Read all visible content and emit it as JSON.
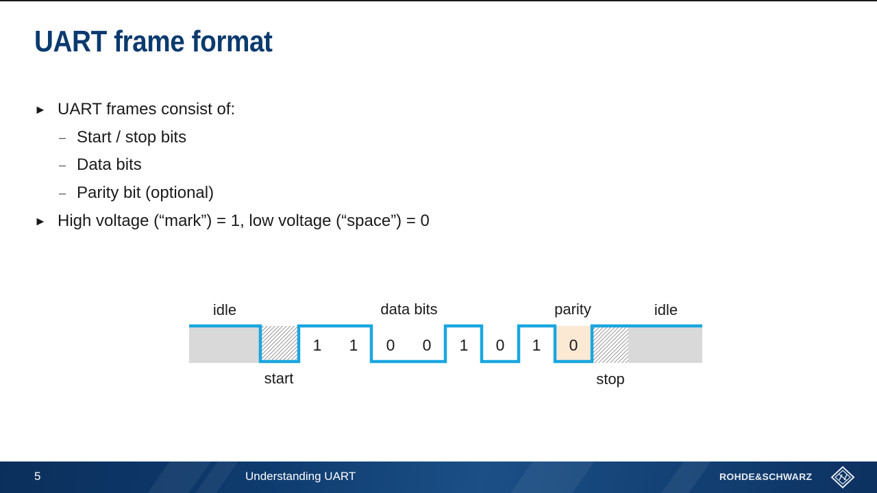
{
  "slide": {
    "title": "UART frame format",
    "bullets": [
      {
        "level": 1,
        "marker": "►",
        "text": "UART frames consist of:"
      },
      {
        "level": 2,
        "marker": "–",
        "text": "Start / stop bits"
      },
      {
        "level": 2,
        "marker": "–",
        "text": "Data bits"
      },
      {
        "level": 2,
        "marker": "–",
        "text": "Parity bit (optional)"
      },
      {
        "level": 1,
        "marker": "►",
        "text": "High voltage (“mark”) = 1, low voltage (“space”) = 0"
      }
    ]
  },
  "diagram": {
    "labels": {
      "idle_left": "idle",
      "data_bits": "data bits",
      "parity": "parity",
      "idle_right": "idle",
      "start": "start",
      "stop": "stop"
    },
    "bits": [
      "1",
      "1",
      "0",
      "0",
      "1",
      "0",
      "1"
    ],
    "parity_bit": "0",
    "colors": {
      "signal": "#1aa6e0",
      "idle_fill": "#d9d9d9",
      "parity_fill": "#fbe9d4",
      "hatch": "#7a7a7a"
    }
  },
  "footer": {
    "page_number": "5",
    "title": "Understanding UART",
    "brand": "ROHDE&SCHWARZ"
  }
}
